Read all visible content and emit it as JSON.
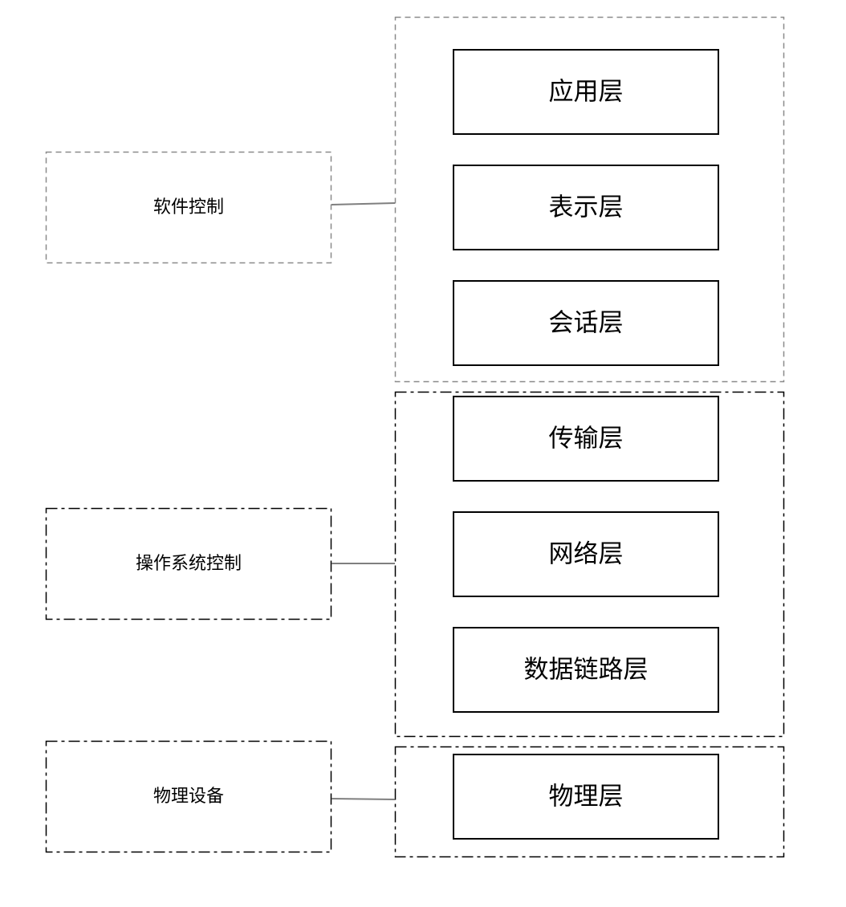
{
  "controls": [
    {
      "label": "软件控制"
    },
    {
      "label": "操作系统控制"
    },
    {
      "label": "物理设备"
    }
  ],
  "layers": [
    {
      "label": "应用层"
    },
    {
      "label": "表示层"
    },
    {
      "label": "会话层"
    },
    {
      "label": "传输层"
    },
    {
      "label": "网络层"
    },
    {
      "label": "数据链路层"
    },
    {
      "label": "物理层"
    }
  ],
  "colors": {
    "layer_border": "#000000",
    "software_group_border": "#8a8a8a",
    "os_group_border": "#000000",
    "connector": "#7f7f7f"
  }
}
